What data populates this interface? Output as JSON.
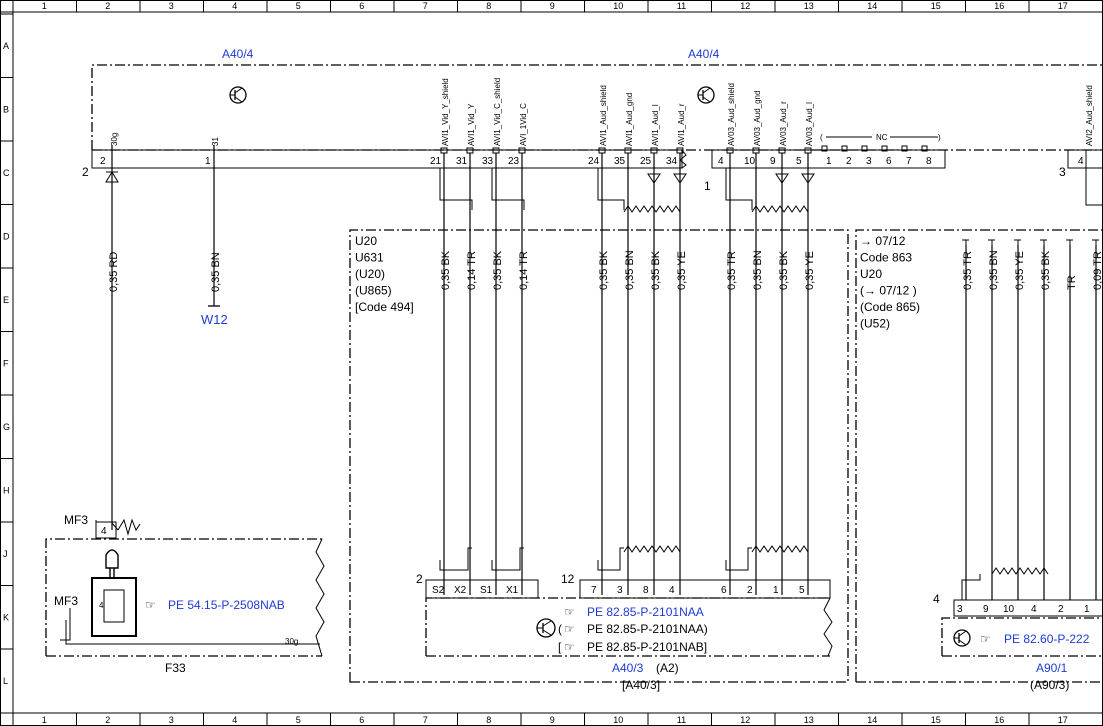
{
  "columns": [
    "1",
    "2",
    "3",
    "4",
    "5",
    "6",
    "7",
    "8",
    "9",
    "10",
    "11",
    "12",
    "13",
    "14",
    "15",
    "16",
    "17"
  ],
  "rows": [
    "A",
    "B",
    "C",
    "D",
    "E",
    "F",
    "G",
    "H",
    "J",
    "K",
    "L"
  ],
  "components": {
    "a40_4_left": "A40/4",
    "a40_4_right": "A40/4",
    "a40_3": "A40/3",
    "a40_3_alt": "(A2)",
    "a40_3_bracket": "[A40/3]",
    "a90_1": "A90/1",
    "a90_1_alt": "(A90/3)",
    "f33": "F33",
    "w12": "W12",
    "mf3_top": "MF3",
    "mf3_bottom": "MF3"
  },
  "top_connector": {
    "pins_left": [
      "2",
      "1"
    ],
    "sigs_left": [
      "30g",
      "31"
    ],
    "pins_mid": [
      "21",
      "31",
      "33",
      "23",
      "24",
      "35",
      "25",
      "34"
    ],
    "sigs_mid": [
      "AVI1_Vid_Y_shield",
      "AVI1_Vid_Y",
      "AVI1_Vid_C_shield",
      "AVI_1Vid_C",
      "AVI1_Aud_shield",
      "AVI1_Aud_gnd",
      "AVI1_Aud_l",
      "AVI1_Aud_r"
    ],
    "pins_mid2": [
      "4",
      "10",
      "9",
      "5"
    ],
    "sigs_mid2": [
      "AV03_Aud_shield",
      "AV03_Aud_gnd",
      "AV03_Aud_r",
      "AV03_Aud_l"
    ],
    "nc_pins": [
      "1",
      "2",
      "3",
      "6",
      "7",
      "8"
    ],
    "nc_label": "NC",
    "pins_right": [
      "4"
    ],
    "sigs_right": [
      "AVI2_Aud_shield"
    ],
    "connector_labels": [
      "2",
      "1",
      "3"
    ]
  },
  "wires": {
    "left": [
      "0,35 RD",
      "0,35 BN"
    ],
    "mid": [
      "0,35 BK",
      "0,14 TR",
      "0,35 BK",
      "0,14 TR",
      "0,35 BK",
      "0,35 BN",
      "0,35 BK",
      "0,35 YE",
      "0,35 TR",
      "0,35 BN",
      "0,35 BK",
      "0,35 YE"
    ],
    "right": [
      "0,35 TR",
      "0,35 BN",
      "0,35 YE",
      "0,35 BK",
      "TR",
      "0,09 TR"
    ]
  },
  "code_box_left": [
    "U20",
    "U631",
    "(U20)",
    "(U865)",
    "[Code 494]"
  ],
  "code_box_right": [
    "→ 07/12",
    "Code 863",
    "U20",
    "(→ 07/12 )",
    "(Code 865)",
    "(U52)"
  ],
  "bottom_connector": {
    "label_2": "2",
    "pins_a": [
      "S2",
      "X2",
      "S1",
      "X1"
    ],
    "label_12": "12",
    "pins_b": [
      "7",
      "3",
      "8",
      "4"
    ],
    "pins_c": [
      "6",
      "2",
      "1",
      "5"
    ],
    "label_4": "4",
    "pins_d": [
      "3",
      "9",
      "10",
      "4",
      "2",
      "1"
    ]
  },
  "refs": {
    "pe_f33": "PE 54.15-P-2508NAB",
    "pe_a40_1": "PE 82.85-P-2101NAA",
    "pe_a40_2": "(",
    "pe_a40_2b": "PE 82.85-P-2101NAA)",
    "pe_a40_3": "[",
    "pe_a40_3b": "PE 82.85-P-2101NAB]",
    "pe_a90": "PE 82.60-P-222"
  },
  "f33_box": {
    "pin": "4",
    "sig": "30g",
    "coil": "4"
  },
  "colors": {
    "reference_blue": "#1f3ad6",
    "line": "#000000"
  }
}
